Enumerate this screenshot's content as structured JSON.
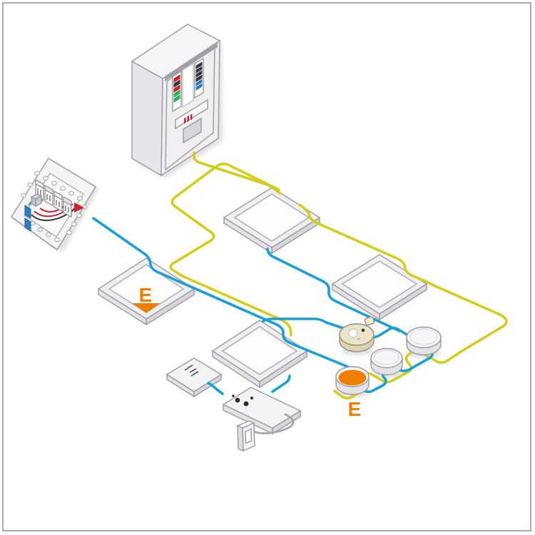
{
  "diagram": {
    "kind": "isometric-wiring-schematic",
    "labels": {
      "emergency_panel_letter": "E",
      "emergency_luminaire_letter": "E"
    },
    "colors": {
      "wire_yellow": "#d4cd1a",
      "wire_blue": "#1b9fd8",
      "accent_orange": "#ee7d00",
      "outline_gray": "#9b9ba1",
      "panel_fill": "#f0f0f3",
      "panel_inner_fill": "#fdfdfe",
      "beige_device": "#ece4c6",
      "cable_gray": "#a5a5ab",
      "border_gray": "#ababab",
      "led_red": "#cc2229",
      "led_green": "#2fae62",
      "led_blue": "#2b7bbf",
      "led_dark": "#35353a"
    },
    "components": [
      {
        "name": "control-cabinet",
        "type": "wall panel with indicator strips"
      },
      {
        "name": "junction-box",
        "type": "open distribution box with 4 terminal modules"
      },
      {
        "name": "ceiling-panel-top",
        "type": "flat mounting panel"
      },
      {
        "name": "ceiling-panel-right",
        "type": "flat mounting panel"
      },
      {
        "name": "ceiling-panel-central",
        "type": "flat mounting panel"
      },
      {
        "name": "emergency-panel",
        "type": "flat mounting panel with E marking"
      },
      {
        "name": "beige-detector",
        "type": "round detector with side tab"
      },
      {
        "name": "white-detector-right",
        "type": "round detector"
      },
      {
        "name": "white-detector-middle",
        "type": "round detector"
      },
      {
        "name": "emergency-luminaire",
        "type": "round device with orange top and E marking"
      },
      {
        "name": "label-module",
        "type": "flat box with printed label"
      },
      {
        "name": "interface-module",
        "type": "flat box with indicator dots"
      },
      {
        "name": "wall-switch",
        "type": "small switch on gray cable"
      },
      {
        "name": "blue-circuit",
        "type": "wire run"
      },
      {
        "name": "yellow-circuit",
        "type": "wire run"
      }
    ]
  }
}
